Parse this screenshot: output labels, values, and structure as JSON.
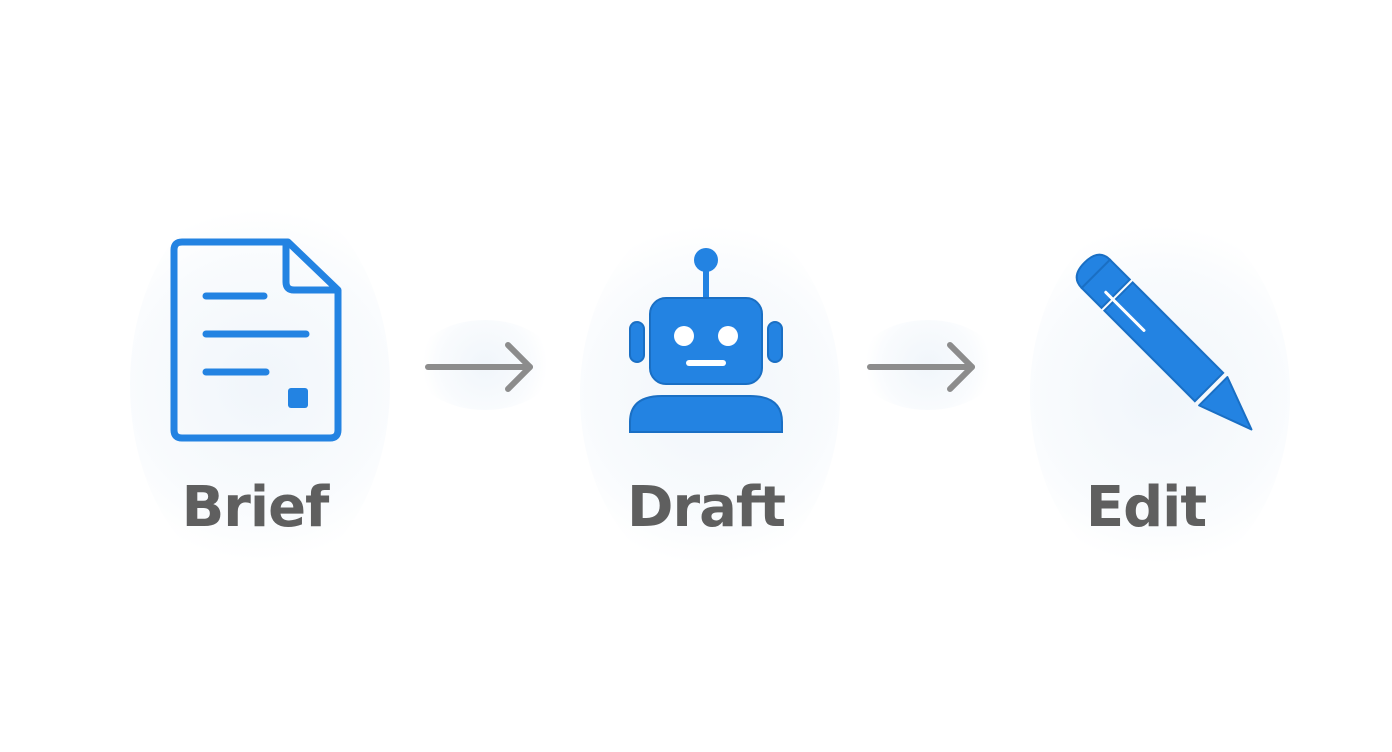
{
  "diagram": {
    "steps": [
      {
        "label": "Brief",
        "icon": "document-icon"
      },
      {
        "label": "Draft",
        "icon": "robot-icon"
      },
      {
        "label": "Edit",
        "icon": "pencil-icon"
      }
    ],
    "connectors": [
      {
        "from": "Brief",
        "to": "Draft",
        "icon": "arrow-right-icon"
      },
      {
        "from": "Draft",
        "to": "Edit",
        "icon": "arrow-right-icon"
      }
    ],
    "colors": {
      "icon": "#2383e2",
      "label": "#5f5f5f",
      "arrow": "#8c8c8c",
      "background": "#ffffff"
    }
  }
}
